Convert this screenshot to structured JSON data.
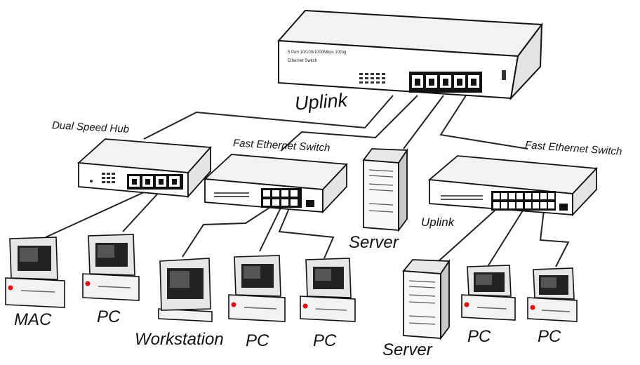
{
  "diagram": {
    "main_switch": {
      "text_line1": "5 Port 10/100/1000Mbps 10Gig",
      "text_line2": "Ethernet Switch"
    },
    "labels": {
      "uplink_main": "Uplink",
      "dual_speed_hub": "Dual Speed Hub",
      "fast_ethernet_switch_left": "Fast Ethernet Switch",
      "fast_ethernet_switch_right": "Fast Ethernet Switch",
      "uplink_right": "Uplink",
      "server_center": "Server",
      "server_right": "Server",
      "mac": "MAC",
      "pc_1": "PC",
      "workstation": "Workstation",
      "pc_2": "PC",
      "pc_3": "PC",
      "pc_4": "PC",
      "pc_5": "PC"
    }
  }
}
